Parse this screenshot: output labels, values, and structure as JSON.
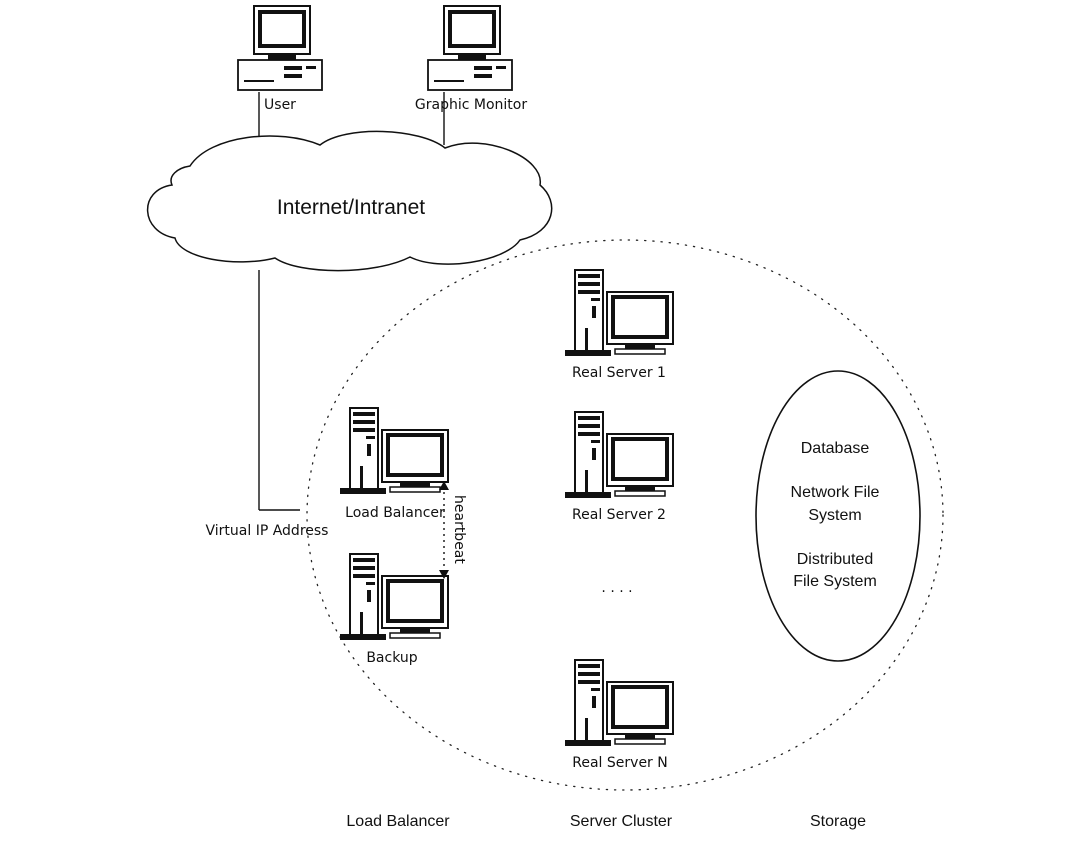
{
  "nodes": {
    "user": "User",
    "graphic_monitor": "Graphic Monitor",
    "load_balancer": "Load Balancer",
    "backup": "Backup",
    "real_server_1": "Real Server 1",
    "real_server_2": "Real Server 2",
    "real_server_n": "Real Server N",
    "ellipsis": ". . . ."
  },
  "network": {
    "cloud_label": "Internet/Intranet",
    "virtual_ip": "Virtual IP Address",
    "heartbeat": "heartbeat"
  },
  "storage": {
    "database": "Database",
    "nfs_line1": "Network File",
    "nfs_line2": "System",
    "dfs_line1": "Distributed",
    "dfs_line2": "File System"
  },
  "sections": {
    "load_balancer": "Load Balancer",
    "server_cluster": "Server Cluster",
    "storage": "Storage"
  },
  "icons": {
    "client": "desktop-computer-icon",
    "server": "tower-server-icon"
  }
}
